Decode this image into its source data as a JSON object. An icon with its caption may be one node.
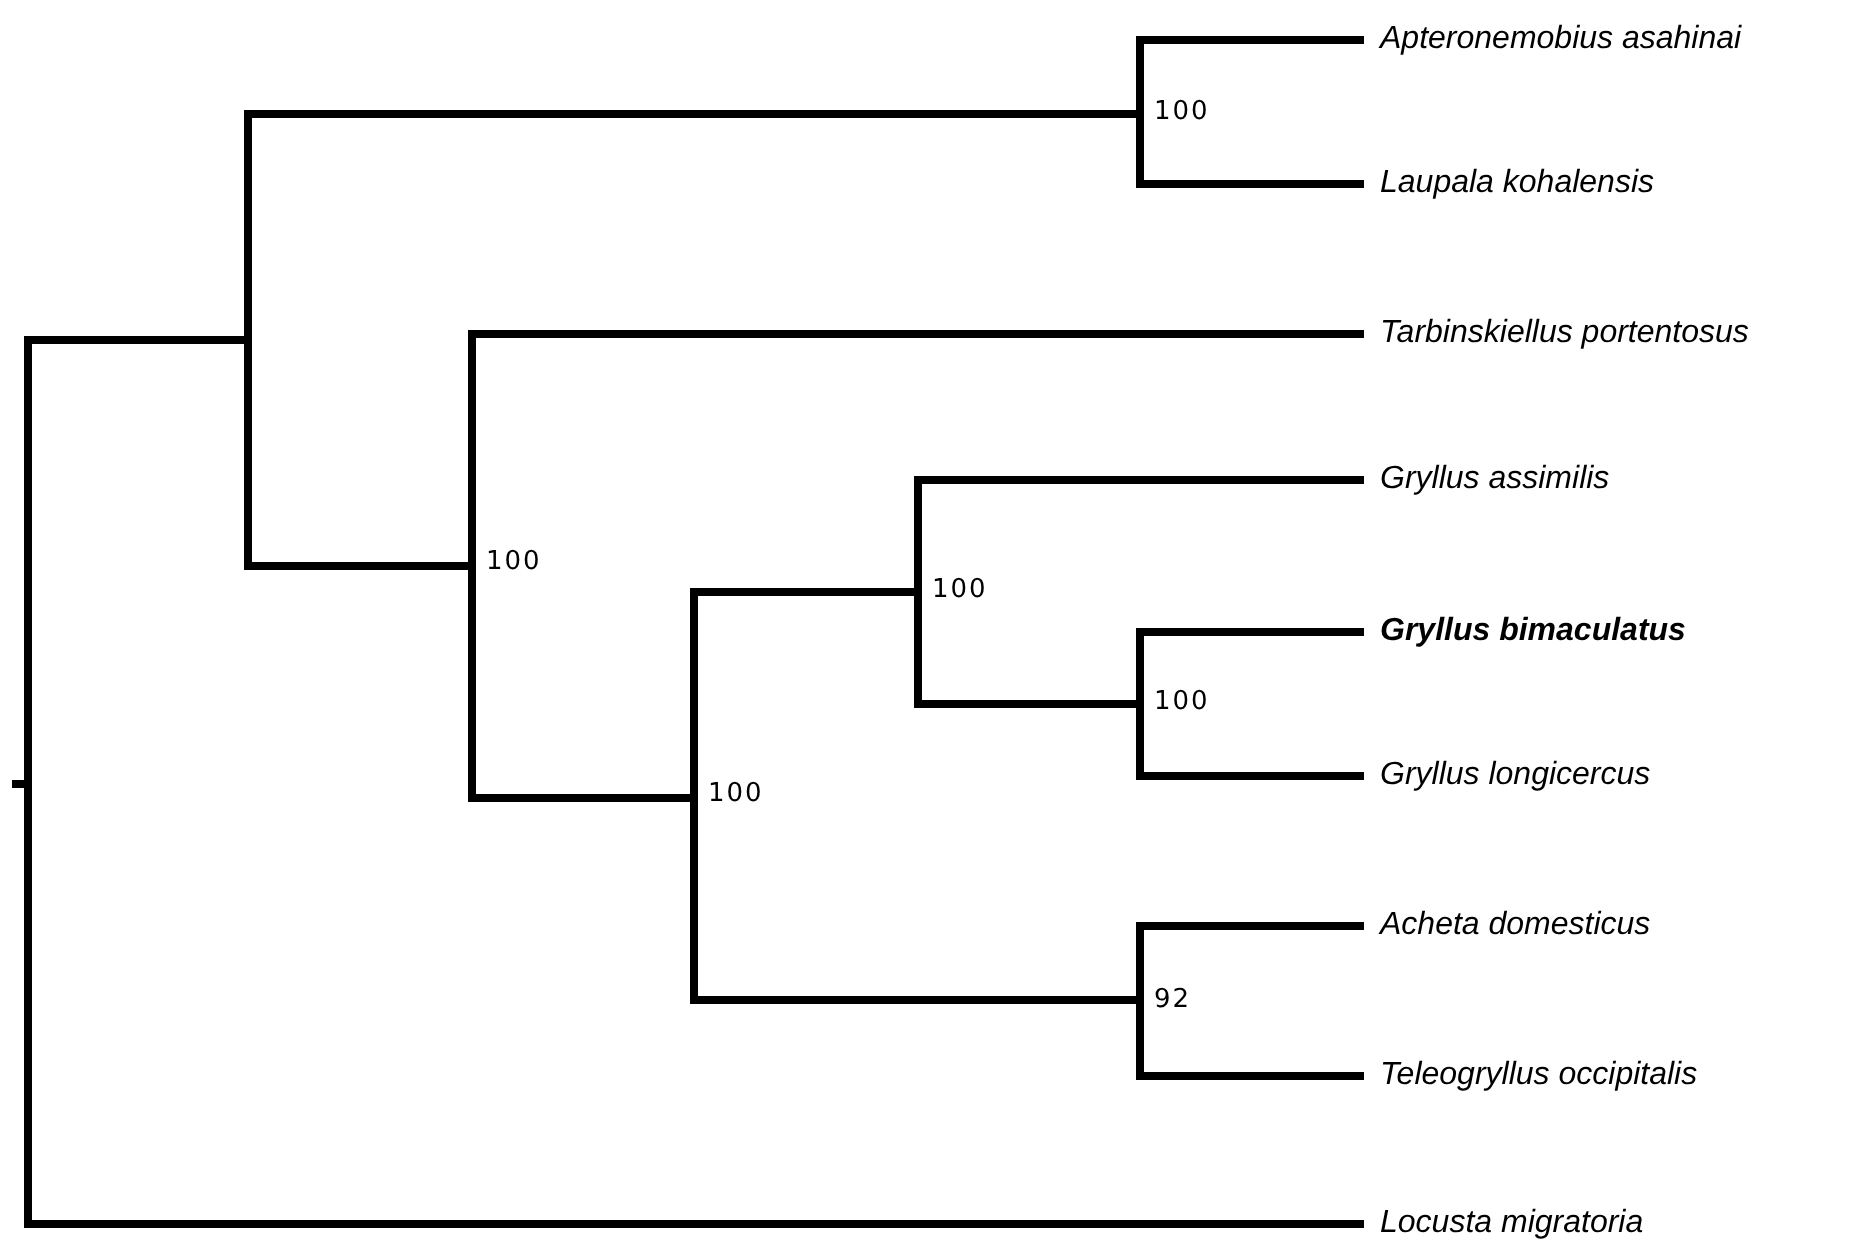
{
  "diagram": {
    "labels": [
      "Apteronemobius asahinai",
      "100",
      "Laupala kohalensis",
      "Tarbinskiellus portentosus",
      "Gryllus assimilis",
      "100",
      "100",
      "Gryllus bimaculatus",
      "100",
      "Gryllus longicercus",
      "100",
      "Acheta domesticus",
      "92",
      "Teleogryllus occipitalis",
      "Locusta migratoria"
    ]
  }
}
